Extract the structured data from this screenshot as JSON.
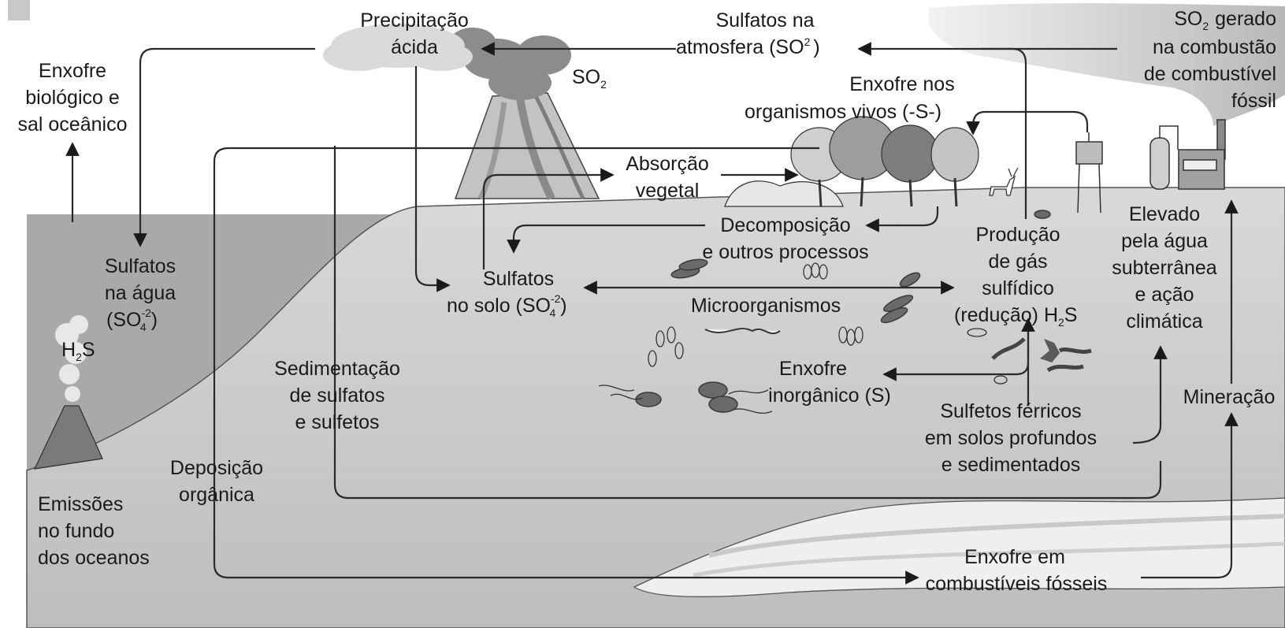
{
  "labels": {
    "acid_rain": [
      "Precipitação",
      "ácida"
    ],
    "atm_sulfates": [
      "Sulfatos na",
      "atmosfera (SO",
      "2",
      ")"
    ],
    "so2_volcano": [
      "SO",
      "2"
    ],
    "fuel_so2": [
      "SO",
      "2",
      "gerado",
      "na combustão",
      "de combustível",
      "fóssil"
    ],
    "bio_sulfur": [
      "Enxofre",
      "biológico e",
      "sal oceânico"
    ],
    "organisms": [
      "Enxofre nos",
      "organismos vivos (-S-)"
    ],
    "absorption": [
      "Absorção",
      "vegetal"
    ],
    "decomposition": [
      "Decomposição",
      "e outros processos"
    ],
    "water_sulfates": [
      "Sulfatos",
      "na água",
      "(SO",
      "-2",
      "4",
      ")"
    ],
    "soil_sulfates": [
      "Sulfatos",
      "no solo (SO",
      "-2",
      "4",
      ")"
    ],
    "microorganisms": "Microorganismos",
    "h2s_production": [
      "Produção",
      "de gás",
      "sulfídico",
      "(redução) H",
      "2",
      "S"
    ],
    "groundwater": [
      "Elevado",
      "pela água",
      "subterrânea",
      "e ação",
      "climática"
    ],
    "h2s_ocean": [
      "H",
      "2",
      "S"
    ],
    "sedimentation": [
      "Sedimentação",
      "de sulfatos",
      "e sulfetos"
    ],
    "inorganic": [
      "Enxofre",
      "inorgânico (S)"
    ],
    "ferric": [
      "Sulfetos férricos",
      "em solos profundos",
      "e sedimentados"
    ],
    "mining": "Mineração",
    "deposition": [
      "Deposição",
      "orgânica"
    ],
    "ocean_emissions": [
      "Emissões",
      "no fundo",
      "dos oceanos"
    ],
    "fossil": [
      "Enxofre em",
      "combustíveis fósseis"
    ]
  }
}
